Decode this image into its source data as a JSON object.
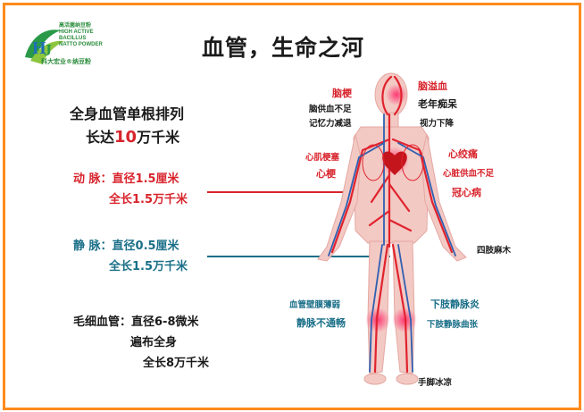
{
  "logo": {
    "mark": "HJ",
    "lines": [
      "高活菌纳豆粉",
      "HIGH ACTIVE",
      "BACILLUS",
      "NATTO POWDER"
    ],
    "sub": "科大宏业®纳豆粉"
  },
  "title": "血管，生命之河",
  "left": {
    "heading1": "全身血管单根排列",
    "heading2_pre": "长达",
    "heading2_num": "10",
    "heading2_post": "万千米",
    "artery_line1": "动  脉：直径1.5厘米",
    "artery_line2": "全长1.5万千米",
    "vein_line1": "静  脉：直径0.5厘米",
    "vein_line2": "全长1.5万千米",
    "cap_line1": "毛细血管：直径6-8微米",
    "cap_line2": "遍布全身",
    "cap_line3": "全长8万千米"
  },
  "labels": {
    "brain_infarct": "脑梗",
    "brain_infarct_sub1": "脑供血不足",
    "brain_infarct_sub2": "记忆力减退",
    "brain_bleed": "脑溢血",
    "brain_bleed_sub1": "老年痴呆",
    "brain_bleed_sub2": "视力下降",
    "mi_title": "心肌梗塞",
    "mi_sub": "心梗",
    "angina": "心绞痛",
    "angina_sub": "心脏供血不足",
    "chd": "冠心病",
    "limb_numb": "四肢麻木",
    "weak_wall": "血管壁膜薄弱",
    "vein_block": "静脉不通畅",
    "phlebitis": "下肢静脉炎",
    "varicose": "下肢静脉曲张",
    "cold_limbs": "手脚冰凉"
  },
  "colors": {
    "border": "#ff8a1c",
    "red": "#d8242c",
    "blue": "#1a6f88",
    "artery": "#e0232e",
    "vein": "#2f5fb0"
  }
}
